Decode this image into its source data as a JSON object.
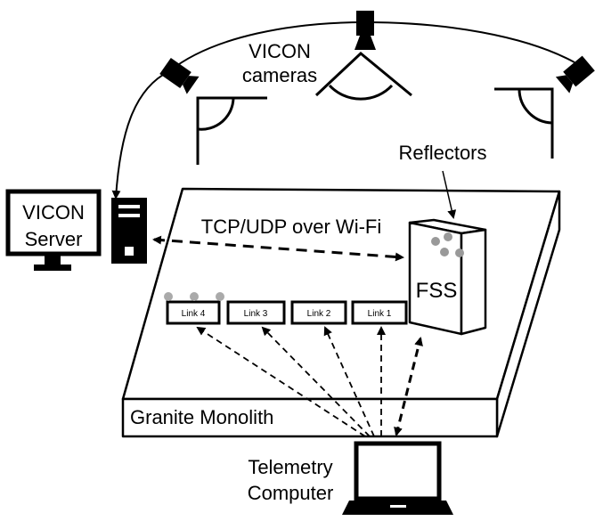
{
  "labels": {
    "vicon_cameras_line1": "VICON",
    "vicon_cameras_line2": "cameras",
    "reflectors": "Reflectors",
    "vicon_server_line1": "VICON",
    "vicon_server_line2": "Server",
    "tcp_udp": "TCP/UDP over Wi-Fi",
    "fss": "FSS",
    "granite": "Granite Monolith",
    "telemetry_line1": "Telemetry",
    "telemetry_line2": "Computer"
  },
  "links": [
    {
      "label": "Link 4"
    },
    {
      "label": "Link 3"
    },
    {
      "label": "Link 2"
    },
    {
      "label": "Link 1"
    }
  ]
}
